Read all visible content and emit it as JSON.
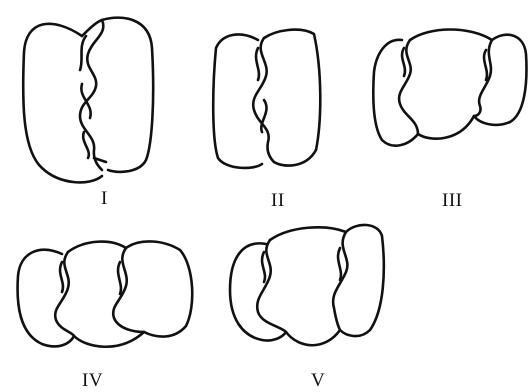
{
  "figures": [
    {
      "label": "I"
    },
    {
      "label": "II"
    },
    {
      "label": "III"
    },
    {
      "label": "IV"
    },
    {
      "label": "V"
    }
  ]
}
